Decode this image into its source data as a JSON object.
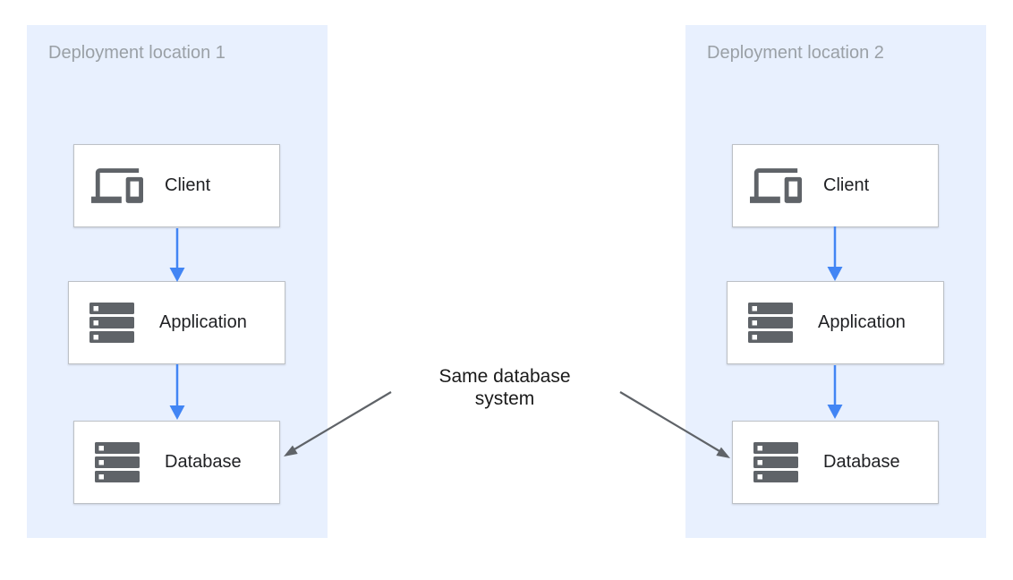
{
  "diagram": {
    "panels": [
      {
        "label": "Deployment location 1",
        "nodes": [
          {
            "label": "Client",
            "icon": "devices-icon"
          },
          {
            "label": "Application",
            "icon": "storage-icon"
          },
          {
            "label": "Database",
            "icon": "storage-icon"
          }
        ]
      },
      {
        "label": "Deployment location 2",
        "nodes": [
          {
            "label": "Client",
            "icon": "devices-icon"
          },
          {
            "label": "Application",
            "icon": "storage-icon"
          },
          {
            "label": "Database",
            "icon": "storage-icon"
          }
        ]
      }
    ],
    "annotation": {
      "lines": [
        "Same database",
        "system"
      ]
    },
    "colors": {
      "panel_background": "#e8f0fe",
      "node_background": "#ffffff",
      "node_border": "#bdc1c6",
      "flow_arrow_blue": "#4285f4",
      "annotation_arrow_gray": "#5f6368",
      "icon_gray": "#5f6368",
      "panel_label_gray": "#9aa0a6",
      "node_label_color": "#202124",
      "annotation_text_color": "#1a1a1a"
    }
  }
}
